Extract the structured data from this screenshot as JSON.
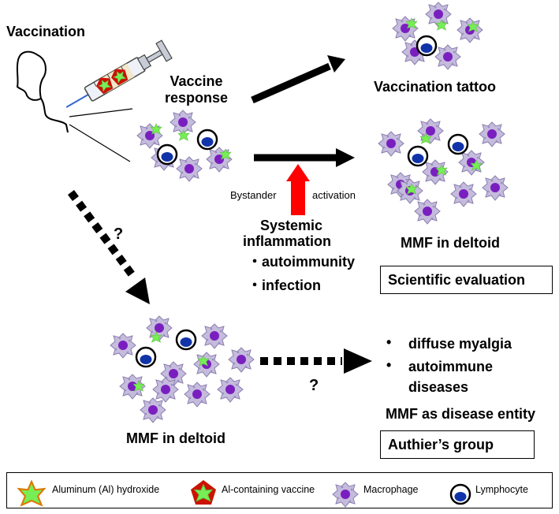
{
  "vaccination": "Vaccination",
  "vaccine_response": [
    "Vaccine",
    "response"
  ],
  "vaccination_tattoo": "Vaccination tattoo",
  "mmf_deltoid_top": "MMF in deltoid",
  "scientific_evaluation": "Scientific evaluation",
  "bystander": "Bystander",
  "activation": "activation",
  "systemic": [
    "Systemic",
    "inflammation"
  ],
  "causes": [
    "・autoimmunity",
    "・infection"
  ],
  "question_mark": "?",
  "mmf_deltoid_bottom": "MMF in deltoid",
  "symptoms": [
    "diffuse myalgia",
    "autoimmune",
    "diseases"
  ],
  "mmf_entity": "MMF as disease entity",
  "authier": "Authier’s group",
  "legend": {
    "aluminum": "Aluminum (Al) hydroxide",
    "vaccine": "Al-containing vaccine",
    "macrophage": "Macrophage",
    "lymphocyte": "Lymphocyte"
  },
  "colors": {
    "al_green": "#77ee55",
    "al_outline": "#dd7700",
    "vaccine_red": "#cc1100",
    "mac_fill": "#c5bbdd",
    "nucleus": "#7a1fbf",
    "lymph_nucleus": "#1133aa",
    "inflammation_arrow": "#ff0000"
  }
}
